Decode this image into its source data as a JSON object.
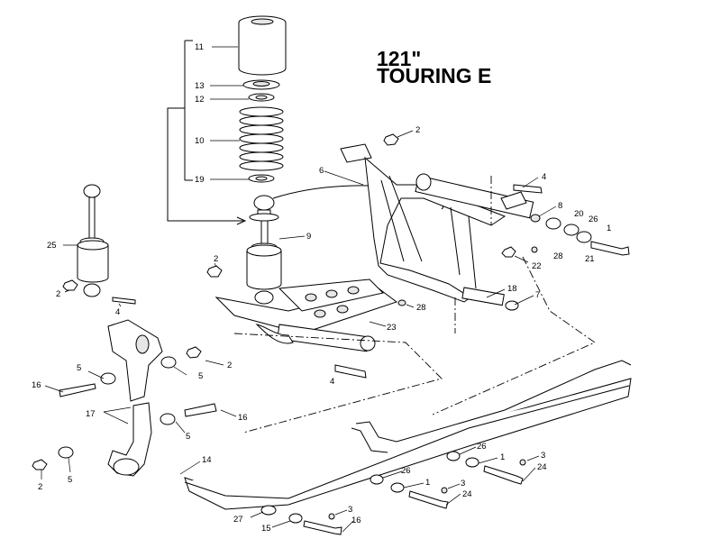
{
  "title": {
    "line1": "121\"",
    "line2": "TOURING E"
  },
  "callouts": [
    "11",
    "13",
    "12",
    "10",
    "19",
    "2",
    "6",
    "4",
    "8",
    "20",
    "26",
    "1",
    "21",
    "9",
    "25",
    "2",
    "22",
    "28",
    "18",
    "7",
    "2",
    "4",
    "28",
    "23",
    "4",
    "5",
    "2",
    "16",
    "5",
    "17",
    "16",
    "5",
    "26",
    "1",
    "3",
    "24",
    "14",
    "2",
    "5",
    "26",
    "1",
    "3",
    "24",
    "27",
    "15",
    "3",
    "16"
  ]
}
